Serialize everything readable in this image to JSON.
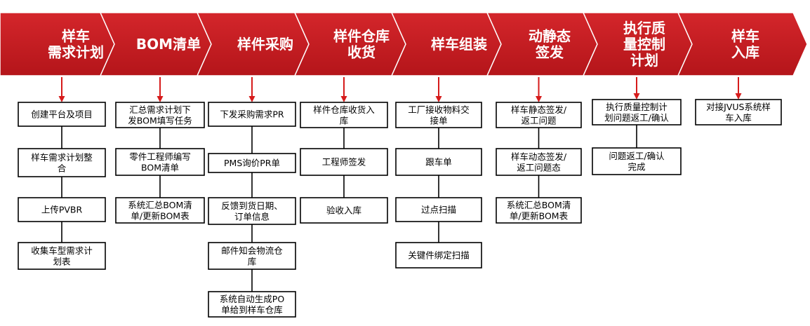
{
  "colors": {
    "chevron": "#cc1b20",
    "arrow": "#d61b1b",
    "box_border": "#000000"
  },
  "stages": [
    {
      "title": [
        "样车",
        "需求计划"
      ],
      "steps": [
        [
          "创建平台及项目"
        ],
        [
          "样车需求计划整",
          "合"
        ],
        [
          "上传PVBR"
        ],
        [
          "收集车型需求计",
          "划表"
        ]
      ]
    },
    {
      "title": [
        "BOM清单"
      ],
      "steps": [
        [
          "汇总需求计划下",
          "发BOM填写任务"
        ],
        [
          "零件工程师编写",
          "BOM清单"
        ],
        [
          "系统汇总BOM清",
          "单/更新BOM表"
        ]
      ]
    },
    {
      "title": [
        "样件采购"
      ],
      "steps": [
        [
          "下发采购需求PR"
        ],
        [
          "PMS询价PR单"
        ],
        [
          "反馈到货日期、",
          "订单信息"
        ],
        [
          "邮件知会物流仓",
          "库"
        ],
        [
          "系统自动生成PO",
          "单给到样车仓库"
        ]
      ]
    },
    {
      "title": [
        "样件仓库",
        "收货"
      ],
      "steps": [
        [
          "样件仓库收货入",
          "库"
        ],
        [
          "工程师签发"
        ],
        [
          "验收入库"
        ]
      ]
    },
    {
      "title": [
        "样车组装"
      ],
      "steps": [
        [
          "工厂接收物料交",
          "接单"
        ],
        [
          "跟车单"
        ],
        [
          "过点扫描"
        ],
        [
          "关键件绑定扫描"
        ]
      ]
    },
    {
      "title": [
        "动静态",
        "签发"
      ],
      "steps": [
        [
          "样车静态签发/",
          "返工问题"
        ],
        [
          "样车动态签发/",
          "返工问题态"
        ],
        [
          "系统汇总BOM清",
          "单/更新BOM表"
        ]
      ]
    },
    {
      "title": [
        "执行质",
        "量控制",
        "计划"
      ],
      "steps": [
        [
          "执行质量控制计",
          "划问题返工/确认"
        ],
        [
          "问题返工/确认",
          "完成"
        ]
      ]
    },
    {
      "title": [
        "样车",
        "入库"
      ],
      "steps": [
        [
          "对接JVUS系统样",
          "车入库"
        ]
      ]
    }
  ]
}
